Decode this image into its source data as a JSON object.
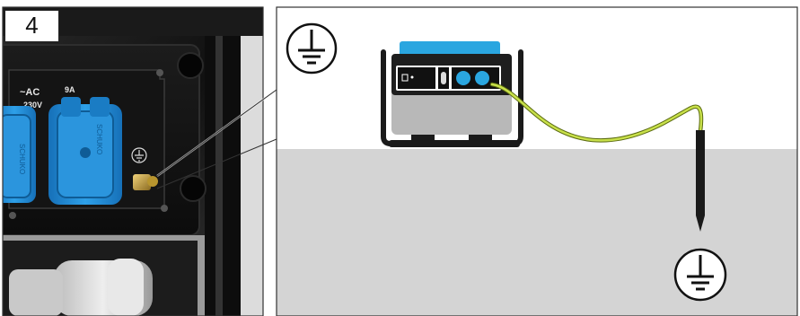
{
  "step": {
    "number": "4"
  },
  "panel_labels": {
    "ac": "~AC",
    "voltage": "230V",
    "current": "9A"
  },
  "icons": [
    "ground-symbol-icon",
    "ground-symbol-icon",
    "ground-symbol-icon",
    "socket-icon",
    "socket-icon"
  ],
  "colors": {
    "ground_wire": "#c8e04a",
    "socket_blue": "#1e8fd6",
    "generator_top": "#2aa6e0",
    "ground_area": "#d4d4d4",
    "frame_dark": "#1a1a1a"
  }
}
